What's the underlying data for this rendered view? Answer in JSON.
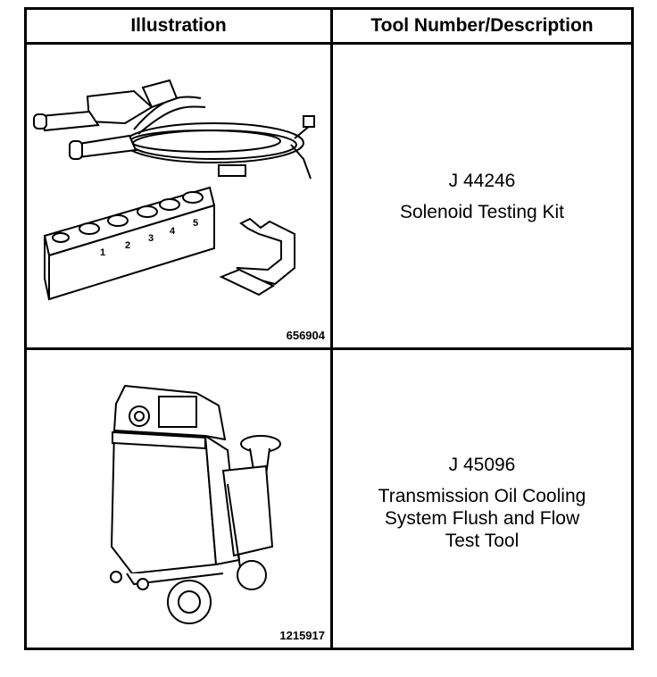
{
  "header": {
    "col1": "Illustration",
    "col2": "Tool Number/Description"
  },
  "rows": [
    {
      "figure_id": "656904",
      "tool_number": "J 44246",
      "description": [
        "Solenoid Testing Kit"
      ],
      "block_labels": [
        "1",
        "2",
        "3",
        "4",
        "5"
      ]
    },
    {
      "figure_id": "1215917",
      "tool_number": "J 45096",
      "description": [
        "Transmission Oil Cooling",
        "System Flush and Flow",
        "Test Tool"
      ]
    }
  ]
}
